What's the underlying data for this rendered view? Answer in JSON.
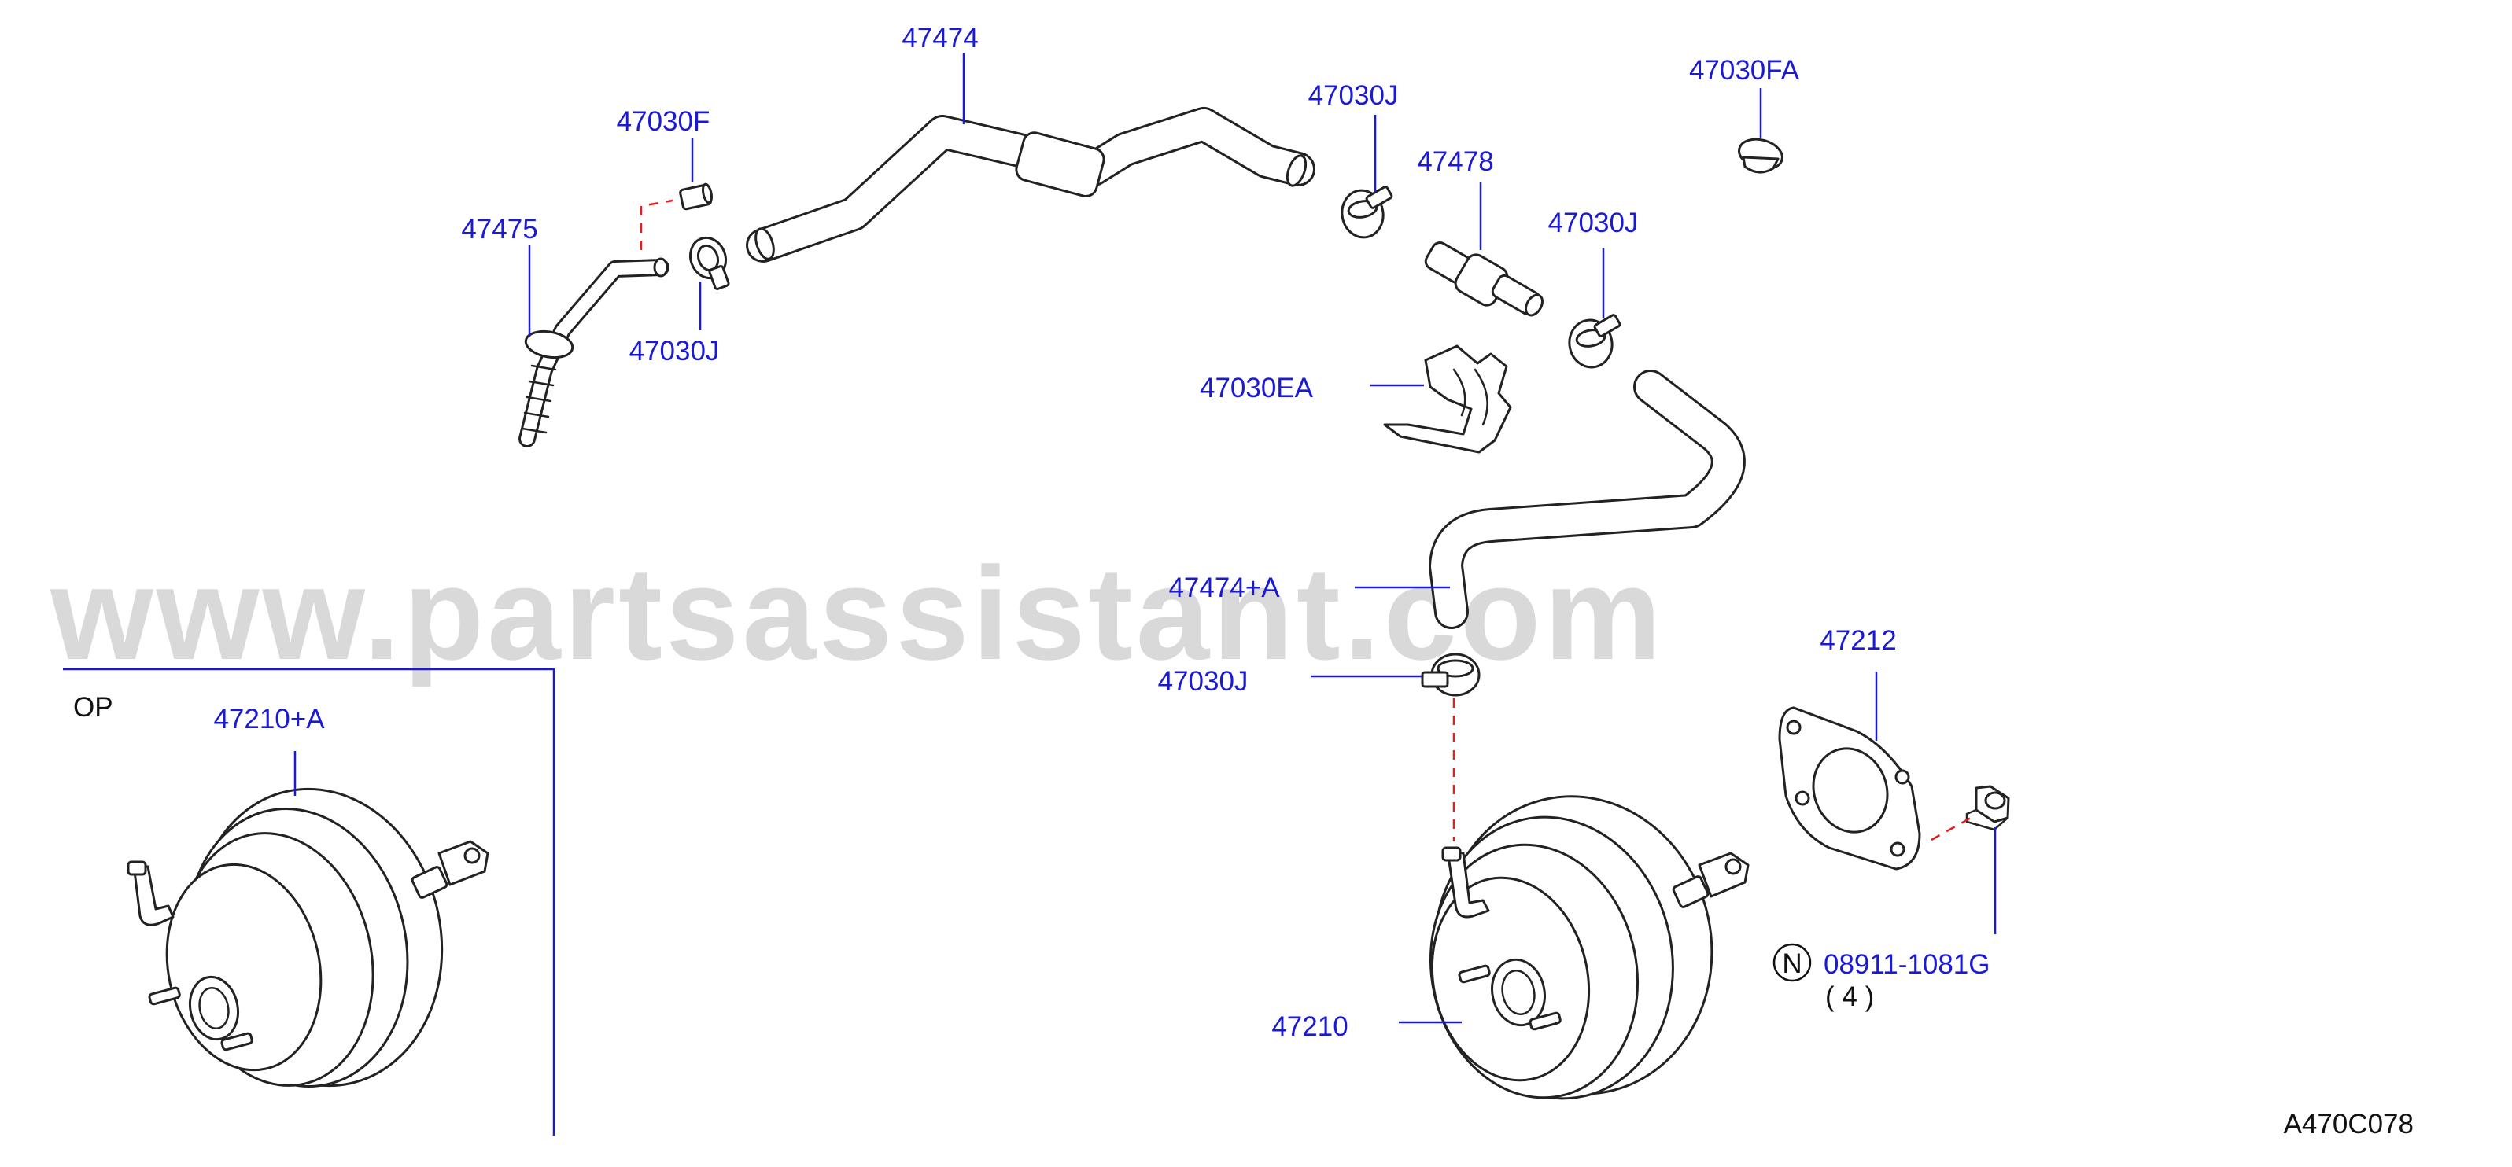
{
  "watermark": "www.partsassistant.com",
  "diagram_code": "A470C078",
  "option_label": "OP",
  "labels": {
    "p47474": "47474",
    "p47030FA": "47030FA",
    "p47030F": "47030F",
    "p47030J_top": "47030J",
    "p47478": "47478",
    "p47475": "47475",
    "p47030J_mid": "47030J",
    "p47030J_left": "47030J",
    "p47030EA": "47030EA",
    "p47474A": "47474+A",
    "p47030J_low": "47030J",
    "p47212": "47212",
    "p47210A": "47210+A",
    "p08911": "08911-1081G",
    "p08911_qty": "( 4 )",
    "p47210": "47210"
  },
  "callout_symbol": "N",
  "colors": {
    "label_text": "#1a1ad6",
    "leader_line": "#1a1ad6",
    "hidden_dash": "#e02020",
    "watermark": "#d9d9d9",
    "part_outline": "#222222"
  }
}
